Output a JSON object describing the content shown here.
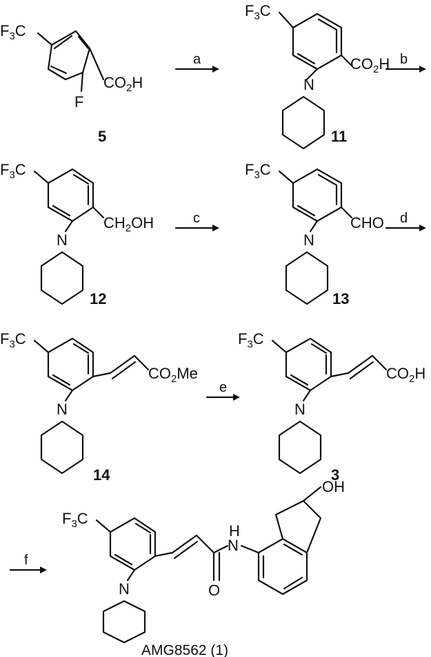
{
  "scheme": {
    "compounds": [
      {
        "id": "cmpd-5",
        "label": "5",
        "substituent": "CO2H",
        "extra": "F"
      },
      {
        "id": "cmpd-11",
        "label": "11",
        "substituent": "CO2H"
      },
      {
        "id": "cmpd-12",
        "label": "12",
        "substituent": "CH2OH"
      },
      {
        "id": "cmpd-13",
        "label": "13",
        "substituent": "CHO"
      },
      {
        "id": "cmpd-14",
        "label": "14",
        "substituent": "CO2Me"
      },
      {
        "id": "cmpd-3",
        "label": "3",
        "substituent": "CO2H"
      },
      {
        "id": "cmpd-1",
        "label": "AMG8562 (1)"
      }
    ],
    "steps": [
      "a",
      "b",
      "c",
      "d",
      "e",
      "f"
    ],
    "atoms": {
      "cf3_main": "F",
      "cf3_sub": "3",
      "cf3_tail": "C",
      "fluoro": "F",
      "nitrogen": "N",
      "amide_h": "H",
      "amide_n": "N",
      "carbonyl_o": "O",
      "hydroxyl": "OH"
    }
  }
}
